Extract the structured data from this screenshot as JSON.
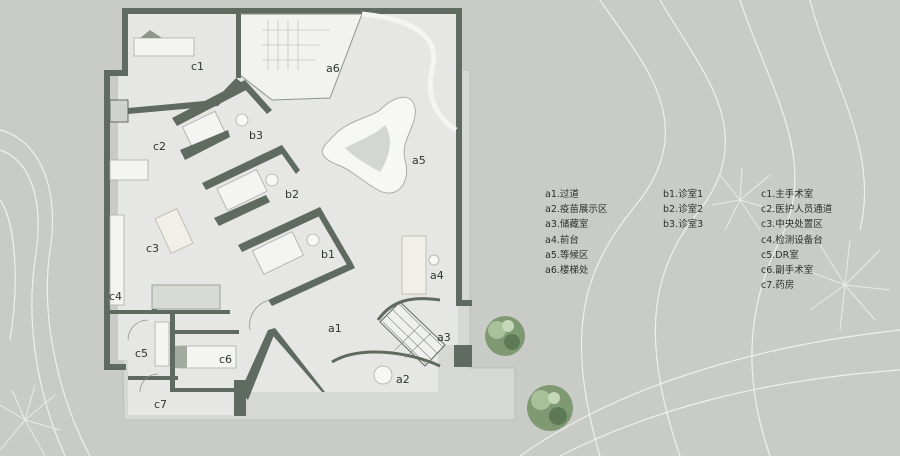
{
  "room_labels": {
    "c1": "c1",
    "a6": "a6",
    "b3": "b3",
    "c2": "c2",
    "a5": "a5",
    "b2": "b2",
    "c3": "c3",
    "b1": "b1",
    "a4": "a4",
    "c4": "c4",
    "a1": "a1",
    "a3": "a3",
    "c5": "c5",
    "c6": "c6",
    "a2": "a2",
    "c7": "c7"
  },
  "legend": {
    "column_a": [
      "a1.过道",
      "a2.疫苗展示区",
      "a3.储藏室",
      "a4.前台",
      "a5.等候区",
      "a6.楼梯处"
    ],
    "column_b": [
      "b1.诊室1",
      "b2.诊室2",
      "b3.诊室3"
    ],
    "column_c": [
      "c1.主手术室",
      "c2.医护人员通道",
      "c3.中央处置区",
      "c4.检测设备台",
      "c5.DR室",
      "c6.副手术室",
      "c7.药房"
    ]
  },
  "colors": {
    "background": "#c9cbc7",
    "floor": "#e6e7e4",
    "wall": "#5f6a61",
    "furniture": "#f4f4f2",
    "greenery": "#7f9a73"
  }
}
